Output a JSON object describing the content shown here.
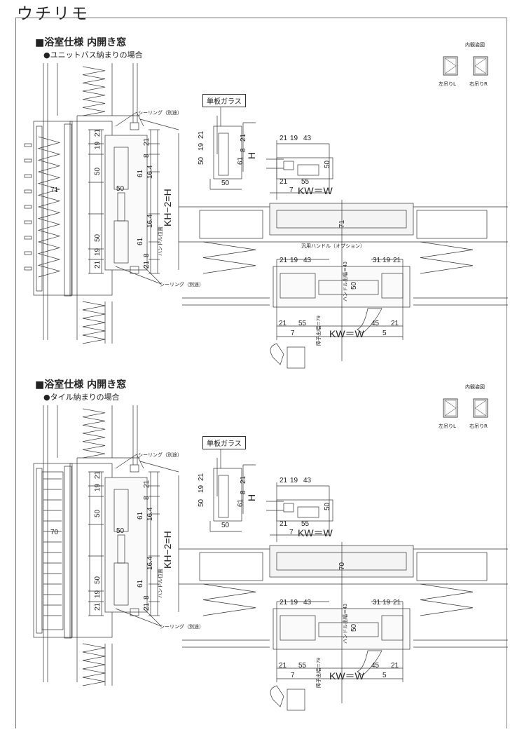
{
  "page_title": "ウチリモ",
  "sections": [
    {
      "heading": "■浴室仕様 内開き窓",
      "subheading": "●ユニットバス納まりの場合",
      "view": {
        "title": "内観姿図",
        "left": "左吊りL",
        "right": "右吊りR"
      },
      "glass_label": "単板ガラス",
      "sealing_top": "シーリング（別途）",
      "sealing_bottom": "シーリング（別途）",
      "handle_option": "汎用ハンドル（オプション）",
      "dims": {
        "el_21a": "21",
        "el_19a": "19",
        "el_50a": "50",
        "el_50b": "50",
        "el_19b": "19",
        "el_21b": "21",
        "er_21a": "21",
        "er_8a": "8",
        "er_61a": "61",
        "er_164a": "16.4",
        "er_164b": "16.4",
        "er_61b": "61",
        "er_8b": "8",
        "er_21b": "21",
        "e_50": "50",
        "e_kh": "KH−2=H",
        "e_handle_pos": "ハンドル位置",
        "e_depth": "71",
        "g_21": "21",
        "g_19": "19",
        "g_50": "50",
        "g_21r": "21",
        "g_8": "8",
        "g_61": "61",
        "g_h": "H",
        "g_50w": "50",
        "p_21": "21",
        "p_19": "19",
        "p_43": "43",
        "p_50": "50",
        "p_21b": "21",
        "p_55": "55",
        "p_7": "7",
        "p_kw": "KW＝W",
        "b_depth": "71",
        "b_21": "21",
        "b_19": "19",
        "b_43": "43",
        "b_31": "31",
        "b_19r": "19",
        "b_21r": "21",
        "b_handle_w": "ハンドル出幅＝43",
        "b_50": "50",
        "b_sash_w": "障子出幅＝79",
        "b_21c": "21",
        "b_55": "55",
        "b_45": "45",
        "b_21d": "21",
        "b_7": "7",
        "b_kw": "KW＝W",
        "b_5": "5"
      }
    },
    {
      "heading": "■浴室仕様 内開き窓",
      "subheading": "●タイル納まりの場合",
      "view": {
        "title": "内観姿図",
        "left": "左吊りL",
        "right": "右吊りR"
      },
      "glass_label": "単板ガラス",
      "sealing_top": "シーリング（別途）",
      "sealing_bottom": "シーリング（別途）",
      "dims": {
        "el_21a": "21",
        "el_19a": "19",
        "el_50a": "50",
        "el_50b": "50",
        "el_19b": "19",
        "el_21b": "21",
        "er_21a": "21",
        "er_8a": "8",
        "er_61a": "61",
        "er_164a": "16.4",
        "er_164b": "16.4",
        "er_61b": "61",
        "er_8b": "8",
        "er_21b": "21",
        "e_50": "50",
        "e_kh": "KH−2=H",
        "e_handle_pos": "ハンドル位置",
        "e_depth": "70",
        "g_21": "21",
        "g_19": "19",
        "g_50": "50",
        "g_21r": "21",
        "g_8": "8",
        "g_61": "61",
        "g_h": "H",
        "g_50w": "50",
        "p_21": "21",
        "p_19": "19",
        "p_43": "43",
        "p_50": "50",
        "p_21b": "21",
        "p_55": "55",
        "p_7": "7",
        "p_kw": "KW＝W",
        "b_depth": "70",
        "b_21": "21",
        "b_19": "19",
        "b_43": "43",
        "b_31": "31",
        "b_19r": "19",
        "b_21r": "21",
        "b_handle_w": "ハンドル出幅＝43",
        "b_50": "50",
        "b_sash_w": "障子出幅＝79",
        "b_21c": "21",
        "b_55": "55",
        "b_45": "45",
        "b_21d": "21",
        "b_7": "7",
        "b_kw": "KW＝W",
        "b_5": "5"
      }
    }
  ]
}
